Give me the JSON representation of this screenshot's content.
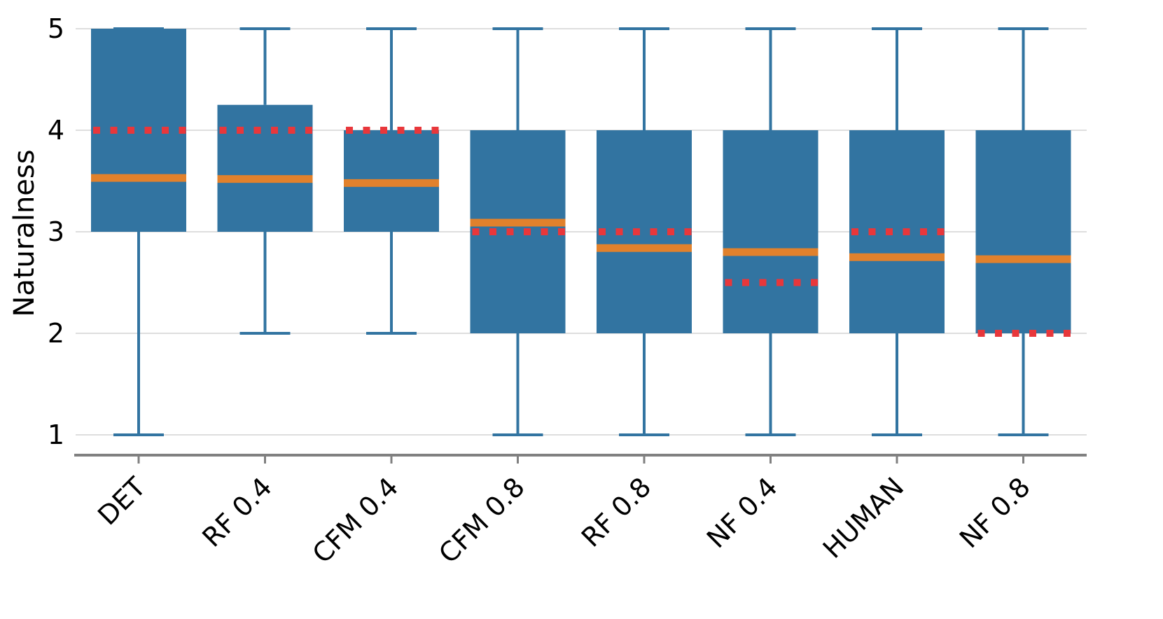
{
  "chart_data": {
    "type": "box",
    "ylabel": "Naturalness",
    "xlabel": "",
    "ylim": [
      0.8,
      5
    ],
    "yticks": [
      1,
      2,
      3,
      4,
      5
    ],
    "grid": "horizontal",
    "categories": [
      "DET",
      "RF 0.4",
      "CFM 0.4",
      "CFM 0.8",
      "RF 0.8",
      "NF 0.4",
      "HUMAN",
      "NF 0.8"
    ],
    "boxes": [
      {
        "label": "DET",
        "whisker_low": 1,
        "q1": 3,
        "q3": 5,
        "whisker_high": 5,
        "mean": 3.53,
        "median": 4
      },
      {
        "label": "RF 0.4",
        "whisker_low": 2,
        "q1": 3,
        "q3": 4.25,
        "whisker_high": 5,
        "mean": 3.52,
        "median": 4
      },
      {
        "label": "CFM 0.4",
        "whisker_low": 2,
        "q1": 3,
        "q3": 4,
        "whisker_high": 5,
        "mean": 3.48,
        "median": 4
      },
      {
        "label": "CFM 0.8",
        "whisker_low": 1,
        "q1": 2,
        "q3": 4,
        "whisker_high": 5,
        "mean": 3.09,
        "median": 3
      },
      {
        "label": "RF 0.8",
        "whisker_low": 1,
        "q1": 2,
        "q3": 4,
        "whisker_high": 5,
        "mean": 2.84,
        "median": 3
      },
      {
        "label": "NF 0.4",
        "whisker_low": 1,
        "q1": 2,
        "q3": 4,
        "whisker_high": 5,
        "mean": 2.8,
        "median": 2.5
      },
      {
        "label": "HUMAN",
        "whisker_low": 1,
        "q1": 2,
        "q3": 4,
        "whisker_high": 5,
        "mean": 2.75,
        "median": 3
      },
      {
        "label": "NF 0.8",
        "whisker_low": 1,
        "q1": 2,
        "q3": 4,
        "whisker_high": 5,
        "mean": 2.73,
        "median": 2
      }
    ],
    "colors": {
      "box": "#3274a1",
      "mean_line": "#e1812c",
      "median_line": "#e8373b",
      "grid": "#d3d3d3",
      "axis": "#808080"
    }
  }
}
